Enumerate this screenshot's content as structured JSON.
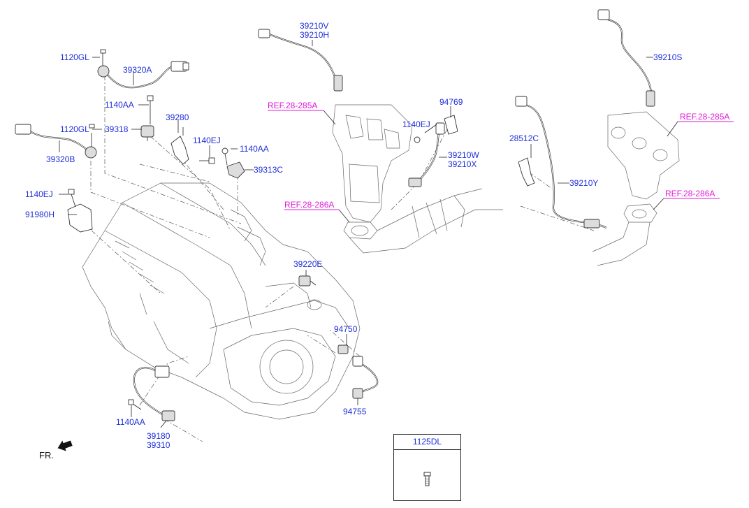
{
  "labels": {
    "l_1120gl_top": "1120GL",
    "l_39320a": "39320A",
    "l_1140aa_top": "1140AA",
    "l_39318": "39318",
    "l_39280": "39280",
    "l_1120gl_mid": "1120GL",
    "l_39320b": "39320B",
    "l_1140ej_mid": "1140EJ",
    "l_1140aa_mid": "1140AA",
    "l_39313c": "39313C",
    "l_1140ej_left": "1140EJ",
    "l_91980h": "91980H",
    "l_39210v": "39210V",
    "l_39210h": "39210H",
    "l_94769": "94769",
    "l_1140ej_right": "1140EJ",
    "l_39210w": "39210W",
    "l_39210x": "39210X",
    "l_39210s": "39210S",
    "l_28512c": "28512C",
    "l_39210y": "39210Y",
    "l_39220e": "39220E",
    "l_94750": "94750",
    "l_94755": "94755",
    "l_1140aa_bot": "1140AA",
    "l_39180": "39180",
    "l_39310": "39310"
  },
  "references": {
    "r_285a_left": "REF.28-285A",
    "r_286a_left": "REF.28-286A",
    "r_285a_right": "REF.28-285A",
    "r_286a_right": "REF.28-286A"
  },
  "front_marker": "FR.",
  "legend": {
    "part_number": "1125DL"
  },
  "colors": {
    "part_label": "#1f2fd8",
    "reference_label": "#e01bd6"
  }
}
